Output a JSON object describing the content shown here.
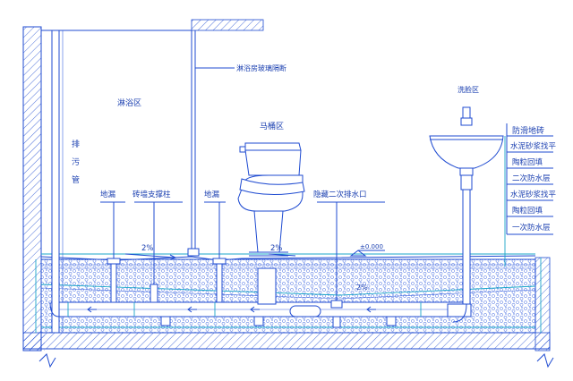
{
  "labels": {
    "shower_area": "淋浴区",
    "glass_partition": "淋浴房玻璃隔断",
    "toilet_area": "马桶区",
    "washbasin_area": "洗脸区",
    "drain_pipe": "排污管",
    "floor_drain_left": "地漏",
    "brick_support": "砖墙支撑柱",
    "floor_drain_right": "地漏",
    "secondary_drain": "隐藏二次排水口",
    "slope_left": "2%",
    "slope_mid": "2%",
    "slope_low": "2%",
    "elevation": "±0.000"
  },
  "layers": [
    "防滑地砖",
    "水泥砂浆找平",
    "陶粒回填",
    "二次防水层",
    "水泥砂浆找平",
    "陶粒回填",
    "一次防水层"
  ],
  "colors": {
    "line": "#1f4bd1",
    "text": "#1a3fb0",
    "accent": "#1aa6c9"
  }
}
